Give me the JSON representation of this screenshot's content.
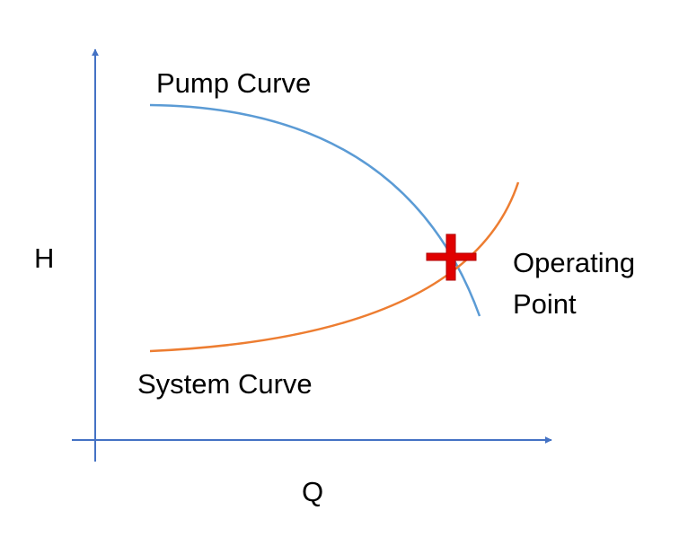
{
  "labels": {
    "y_axis": "H",
    "x_axis": "Q",
    "pump_curve": "Pump Curve",
    "system_curve": "System Curve",
    "operating_line1": "Operating",
    "operating_line2": "Point"
  },
  "icons": {
    "operating_marker": "red-cross-icon"
  },
  "colors": {
    "axis": "#4472C4",
    "pump_curve": "#5B9BD5",
    "system_curve": "#ED7D31",
    "operating_point": "#E00000",
    "text": "#000000"
  }
}
